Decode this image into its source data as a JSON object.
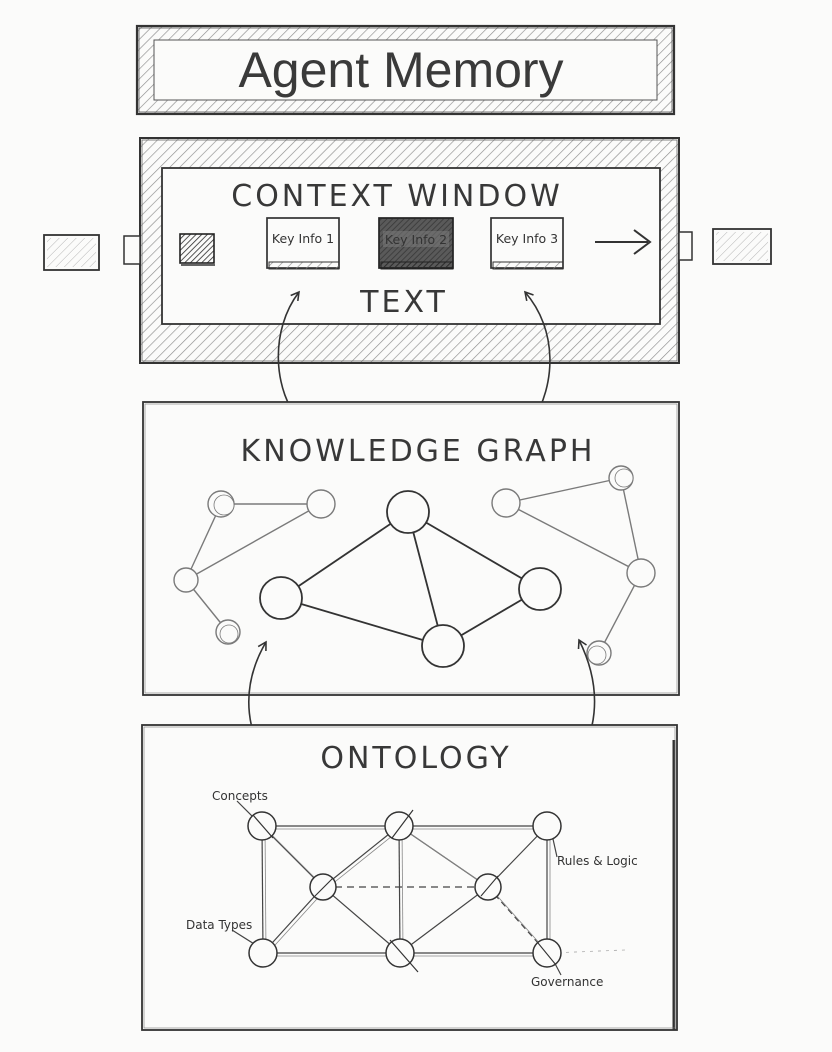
{
  "title": "Agent Memory",
  "context_window": {
    "title": "CONTEXT WINDOW",
    "subtitle": "TEXT",
    "keys": [
      "Key Info 1",
      "Key Info 2",
      "Key Info 3"
    ]
  },
  "knowledge_graph": {
    "title": "KNOWLEDGE GRAPH"
  },
  "ontology": {
    "title": "ONTOLOGY",
    "labels": {
      "concepts": "Concepts",
      "rules": "Rules & Logic",
      "data_types": "Data Types",
      "governance": "Governance"
    }
  },
  "colors": {
    "ink": "#333333",
    "faint_ink": "#7a7a7a",
    "key_dark": "#4a4a4a"
  }
}
